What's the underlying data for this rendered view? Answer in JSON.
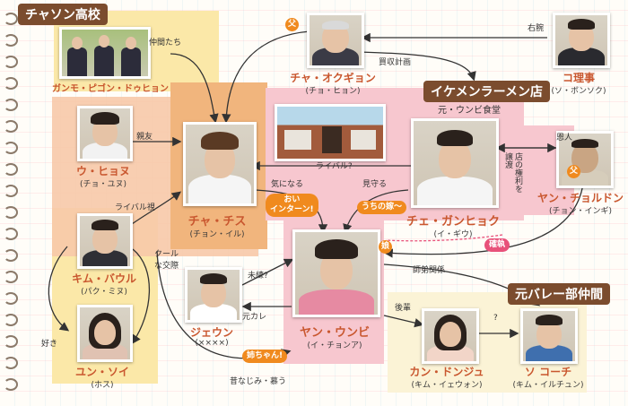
{
  "groups": {
    "school": "チャソン高校",
    "ramen": "イケメンラーメン店",
    "volley": "元バレー部仲間",
    "shop_sub": "元・ウンビ食堂"
  },
  "people": {
    "gang": {
      "name": "ガンモ・ピゴン・ドゥヒョン",
      "reading": ""
    },
    "oggyun": {
      "name": "チャ・オクギョン",
      "reading": "(チョ・ヒョン)"
    },
    "ko": {
      "name": "コ理事",
      "reading": "(ソ・ボンソク)"
    },
    "uhyona": {
      "name": "ウ・ヒョヌ",
      "reading": "(チョ・ユヌ)"
    },
    "chis": {
      "name": "チャ・チス",
      "reading": "(チョン・イル)"
    },
    "gangyuk": {
      "name": "チェ・ガンヒョク",
      "reading": "(イ・ギウ)"
    },
    "yang": {
      "name": "ヤン・チョルドン",
      "reading": "(チョン・インギ)"
    },
    "kim": {
      "name": "キム・バウル",
      "reading": "(パク・ミヌ)"
    },
    "geun": {
      "name": "ジェウン",
      "reading": "(××××)"
    },
    "eunbi": {
      "name": "ヤン・ウンビ",
      "reading": "(イ・チョンア)"
    },
    "soi": {
      "name": "ユン・ソイ",
      "reading": "(ホス)"
    },
    "dongju": {
      "name": "カン・ドンジュ",
      "reading": "(キム・イェウォン)"
    },
    "coach": {
      "name": "ソ コーチ",
      "reading": "(キム・イルチュン)"
    }
  },
  "relations": {
    "nakama": "仲間たち",
    "father1": "父",
    "kaishu": "買収計画",
    "uwan": "右腕",
    "shinyu": "親友",
    "rival1": "ライバル?",
    "onjin": "恩人",
    "shop_right": "店の権利を譲渡",
    "father2": "父",
    "kininaru": "気になる",
    "mimamoru": "見守る",
    "rivalshi": "ライバル視",
    "cool": "クールな交際",
    "miren": "未練?",
    "motokare": "元カレ",
    "suki": "好き",
    "shitei": "師弟関係",
    "kouhai": "後輩",
    "question": "?",
    "osananajimi": "昔なじみ・慕う",
    "chichi_circle": "娘"
  },
  "bubbles": {
    "oi": "おい\nインターン!",
    "uchino": "うちの嫁〜",
    "ane": "姉ちゃん!",
    "kakuzoku": "確執"
  }
}
